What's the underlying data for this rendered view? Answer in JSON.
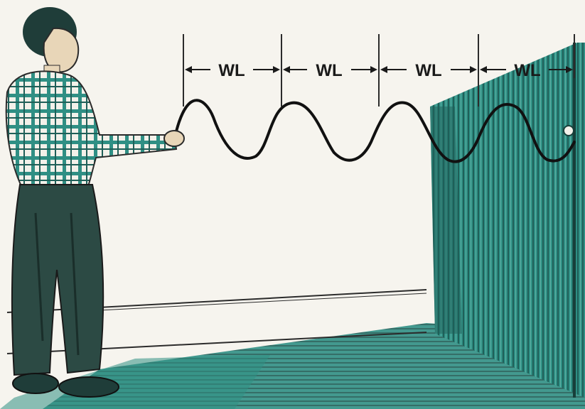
{
  "illustration": {
    "wavelength_markers": [
      {
        "label": "WL"
      },
      {
        "label": "WL"
      },
      {
        "label": "WL"
      },
      {
        "label": "WL"
      }
    ],
    "colors": {
      "paper": "#f6f4ee",
      "ink": "#1a1a1a",
      "teal": "#2f8f84",
      "teal_dark": "#1f5f58",
      "shirt": "#3a9e90",
      "trousers": "#2c4a44",
      "skin": "#e8d6b8"
    }
  }
}
